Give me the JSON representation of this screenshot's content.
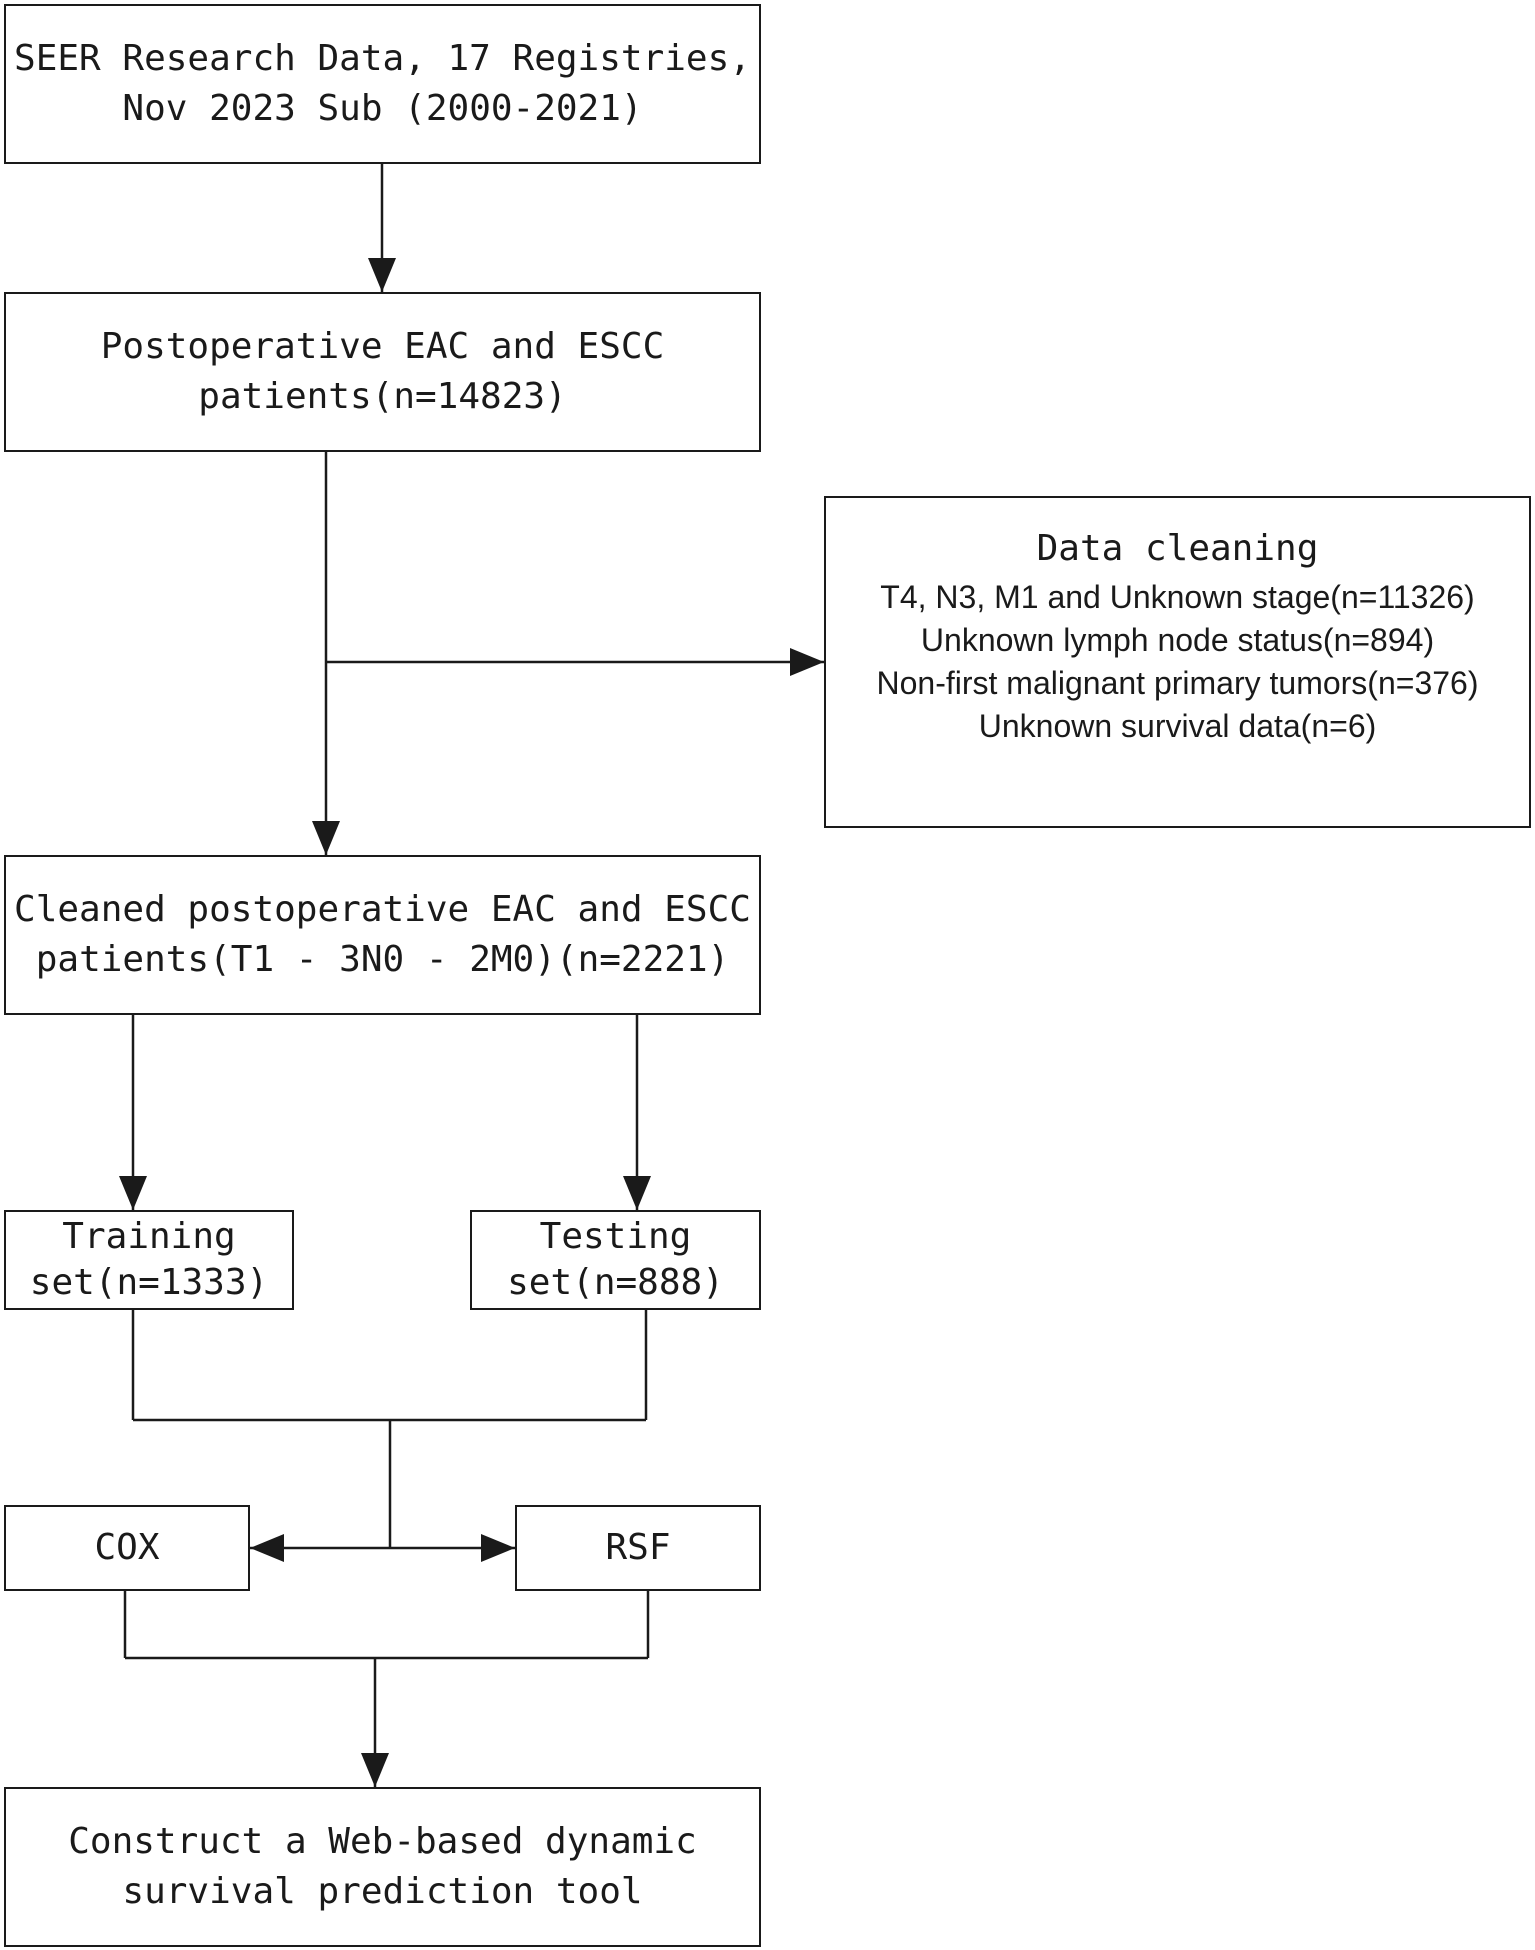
{
  "boxes": {
    "seer": {
      "lines": [
        "SEER Research Data, 17 Registries,",
        "Nov 2023 Sub (2000-2021)"
      ]
    },
    "postoperative": {
      "lines": [
        "Postoperative EAC and ESCC",
        "patients(n=14823)"
      ]
    },
    "data_cleaning": {
      "title": "Data cleaning",
      "criteria": [
        "T4, N3, M1 and Unknown stage(n=11326)",
        "Unknown lymph node status(n=894)",
        "Non-first malignant primary tumors(n=376)",
        "Unknown survival data(n=6)"
      ]
    },
    "cleaned": {
      "lines": [
        "Cleaned postoperative EAC and ESCC",
        "patients(T1 - 3N0 - 2M0)(n=2221)"
      ]
    },
    "training": {
      "lines": [
        "Training",
        "set(n=1333)"
      ]
    },
    "testing": {
      "lines": [
        "Testing",
        "set(n=888)"
      ]
    },
    "cox": {
      "label": "COX"
    },
    "rsf": {
      "label": "RSF"
    },
    "construct": {
      "lines": [
        "Construct a Web-based dynamic",
        "survival prediction tool"
      ]
    }
  }
}
